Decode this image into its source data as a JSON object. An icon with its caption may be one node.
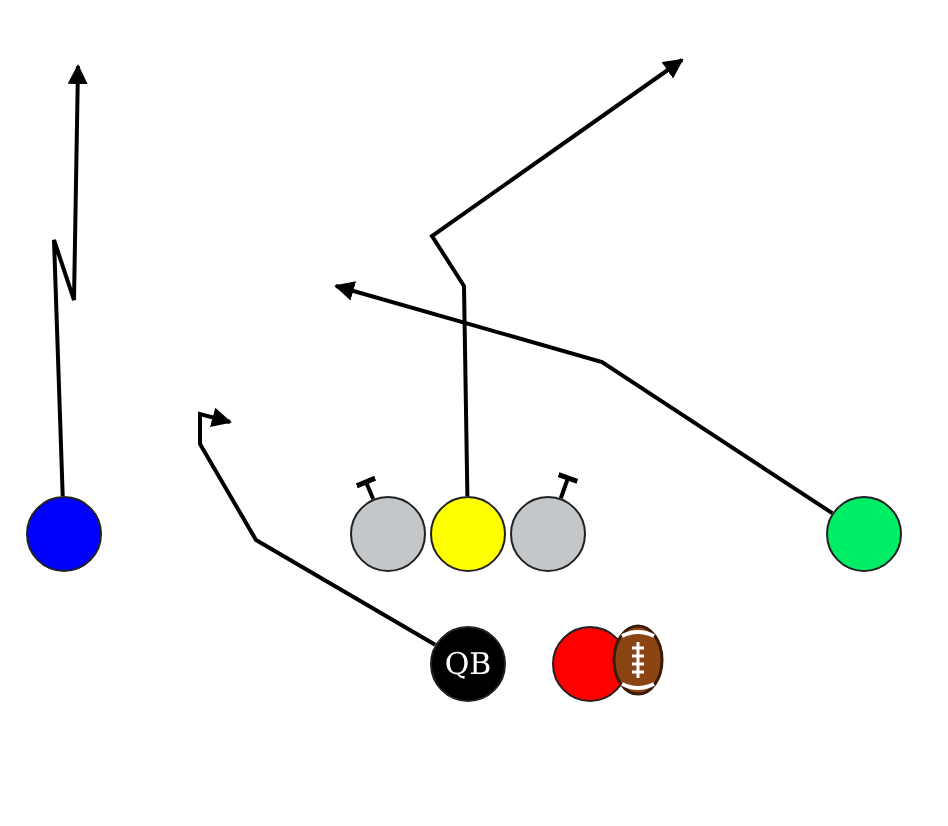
{
  "diagram": {
    "nodes": [
      {
        "text": [],
        "shape": "circle"
      },
      {
        "text": [],
        "shape": "circle"
      },
      {
        "text": [],
        "shape": "circle"
      },
      {
        "text": [],
        "shape": "circle"
      },
      {
        "text": [],
        "shape": "circle"
      },
      {
        "text": [
          "QB"
        ]
      },
      {
        "text": [],
        "shape": "circle"
      }
    ],
    "edges": [
      {
        "from": 0,
        "to": null,
        "arrow": "to"
      },
      {
        "from": 2,
        "to": null,
        "arrow": "to"
      },
      {
        "from": 4,
        "to": null,
        "arrow": "to"
      },
      {
        "from": 5,
        "to": null,
        "arrow": "to"
      },
      {
        "from": 1,
        "to": null,
        "arrow": "other"
      },
      {
        "from": 3,
        "to": null,
        "arrow": "other"
      }
    ]
  }
}
